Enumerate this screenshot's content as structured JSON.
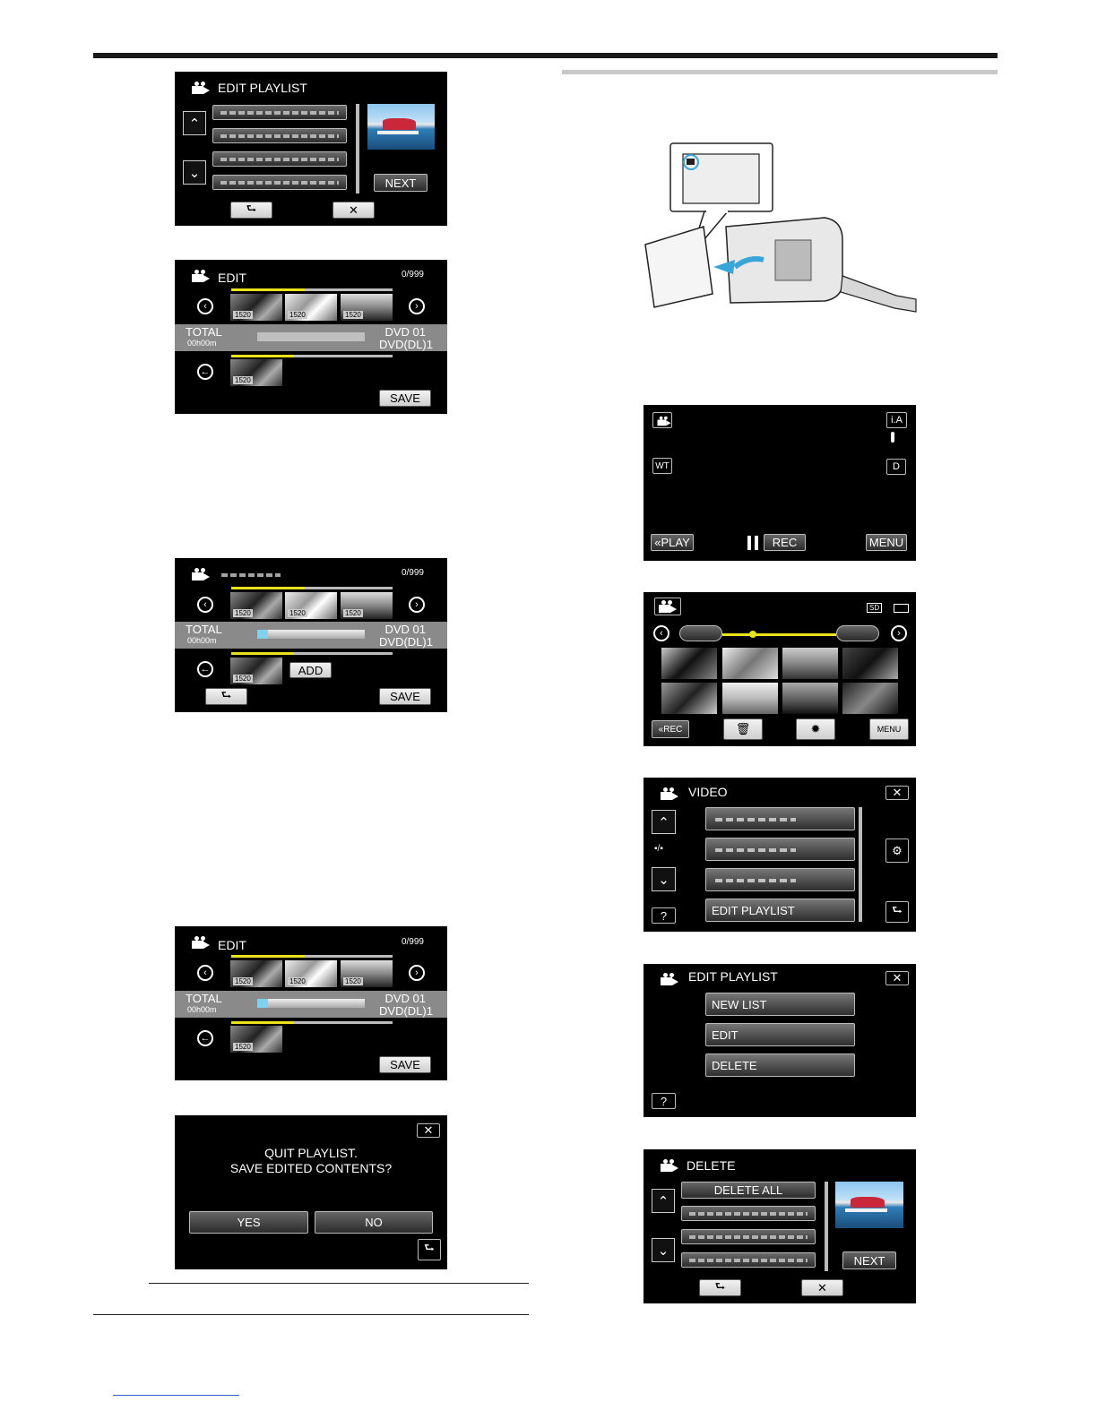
{
  "colors": {
    "screen_bg": "#000000",
    "progress_yellow": "#e9e21f",
    "info_band": "#8a8a8a",
    "remaining_bar": "#7fd2ee"
  },
  "screens": {
    "edit_playlist_select": {
      "title": "EDIT PLAYLIST",
      "next": "NEXT"
    },
    "edit_1": {
      "title": "EDIT",
      "count": "0/999",
      "total": "TOTAL",
      "time": "00h00m",
      "disc1": "DVD   01",
      "disc2": "DVD(DL)1",
      "save": "SAVE",
      "thumb_labels": [
        "1520",
        "1520",
        "1520",
        "1520"
      ]
    },
    "edit_add": {
      "count": "0/999",
      "total": "TOTAL",
      "time": "00h00m",
      "disc1": "DVD   01",
      "disc2": "DVD(DL)1",
      "add": "ADD",
      "save": "SAVE",
      "thumb_labels": [
        "1520",
        "1520",
        "1520",
        "1520"
      ]
    },
    "edit_2": {
      "title": "EDIT",
      "count": "0/999",
      "total": "TOTAL",
      "time": "00h00m",
      "disc1": "DVD   01",
      "disc2": "DVD(DL)1",
      "save": "SAVE",
      "thumb_labels": [
        "1520",
        "1520",
        "1520",
        "1520"
      ]
    },
    "quit": {
      "line1": "QUIT PLAYLIST.",
      "line2": "SAVE EDITED CONTENTS?",
      "yes": "YES",
      "no": "NO"
    },
    "record": {
      "ia": "i.A",
      "wt": "WT",
      "d": "D",
      "play": "PLAY",
      "rec": "REC",
      "menu": "MENU"
    },
    "index": {
      "sd": "SD",
      "rec": "REC",
      "menu": "MENU"
    },
    "video_menu": {
      "title": "VIDEO",
      "item4": "EDIT PLAYLIST",
      "help": "?"
    },
    "edit_playlist_menu": {
      "title": "EDIT PLAYLIST",
      "items": [
        "NEW LIST",
        "EDIT",
        "DELETE"
      ],
      "help": "?"
    },
    "delete": {
      "title": "DELETE",
      "delete_all": "DELETE ALL",
      "next": "NEXT"
    }
  }
}
